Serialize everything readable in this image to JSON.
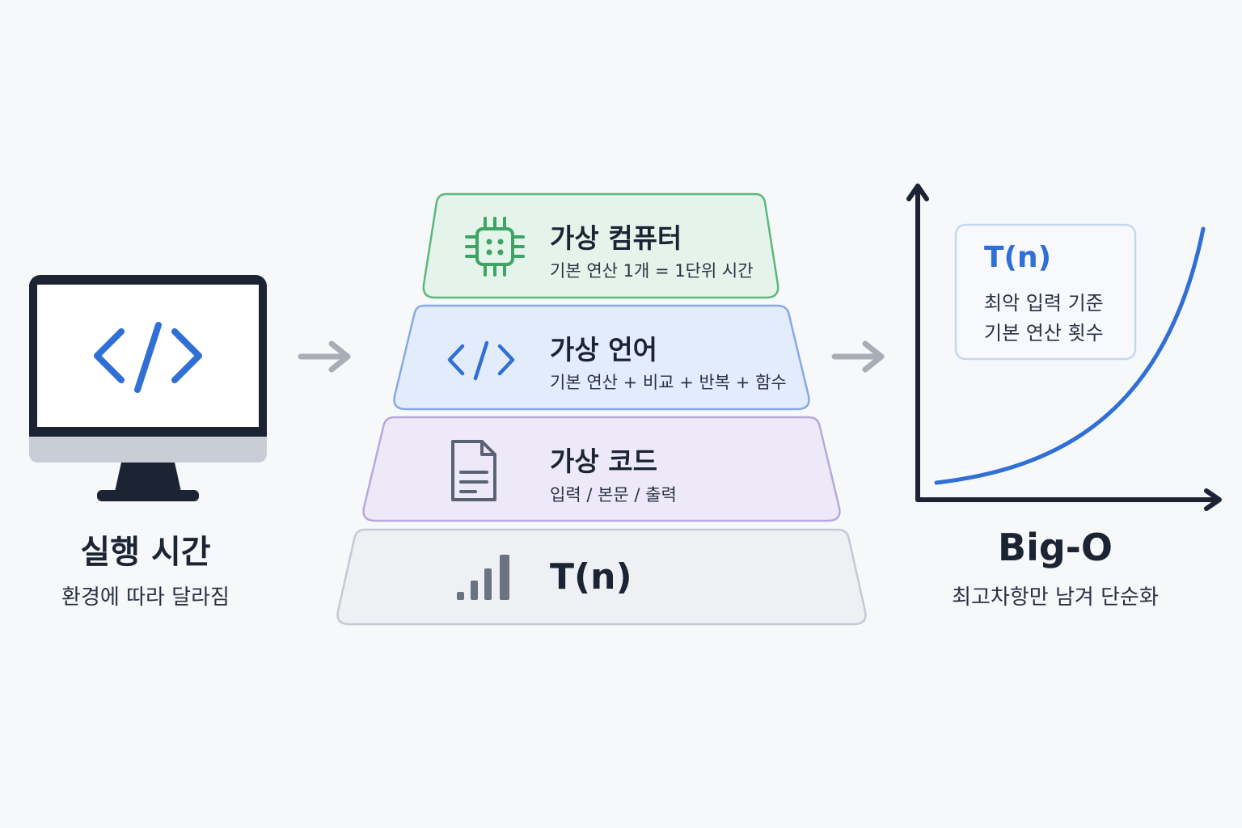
{
  "left": {
    "title": "실행 시간",
    "subtitle": "환경에 따라 달라짐",
    "icon": "monitor-code-icon"
  },
  "layers": [
    {
      "title": "가상 컴퓨터",
      "subtitle": "기본 연산 1개 = 1단위 시간",
      "icon": "chip-icon",
      "color": "#5cb87a",
      "fill": "#e4f4ea"
    },
    {
      "title": "가상 언어",
      "subtitle": "기본 연산 + 비교 + 반복 + 함수",
      "icon": "code-icon",
      "color": "#86a8e8",
      "fill": "#e3ecfb"
    },
    {
      "title": "가상 코드",
      "subtitle": "입력 / 본문 / 출력",
      "icon": "document-icon",
      "color": "#b6a9dc",
      "fill": "#ede9f8"
    },
    {
      "title": "T(n)",
      "icon": "bar-signal-icon",
      "color": "#c4c9d4",
      "fill": "#eef0f4"
    }
  ],
  "right": {
    "title": "Big-O",
    "subtitle": "최고차항만 남겨 단순화",
    "box": {
      "title": "T(n)",
      "line1": "최악 입력 기준",
      "line2": "기본 연산 횟수"
    }
  },
  "colors": {
    "accent_blue": "#2f6fd6",
    "dark": "#1c2333",
    "arrow_gray": "#a9adb6"
  }
}
